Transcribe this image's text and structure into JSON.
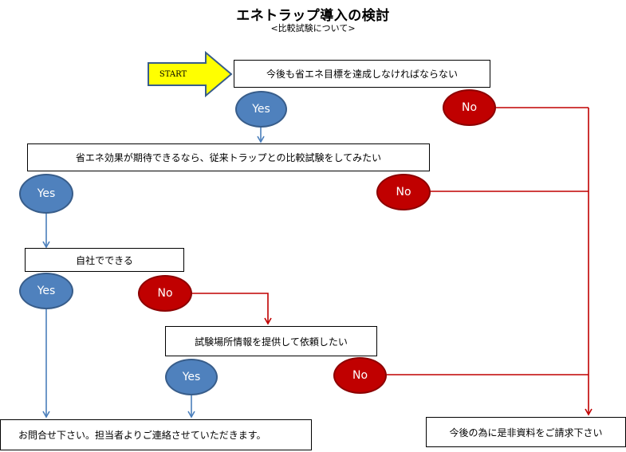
{
  "title": "エネトラップ導入の検討",
  "subtitle": "<比較試験について>",
  "start_label": "START",
  "boxes": {
    "goal": "今後も省エネ目標を達成しなければならない",
    "compare": "省エネ効果が期待できるなら、従来トラップとの比較試験をしてみたい",
    "inhouse": "自社でできる",
    "request_test": "試験場所情報を提供して依頼したい",
    "contact": "お問合せ下さい。担当者よりご連絡させていただきます。",
    "materials": "今後の為に是非資料をご請求下さい"
  },
  "answers": {
    "yes": "Yes",
    "no": "No"
  },
  "colors": {
    "yes_fill": "#4f81bd",
    "no_fill": "#c00000",
    "yes_line": "#4a7ebb",
    "no_line": "#c00000",
    "start_arrow": "#ffff00"
  }
}
